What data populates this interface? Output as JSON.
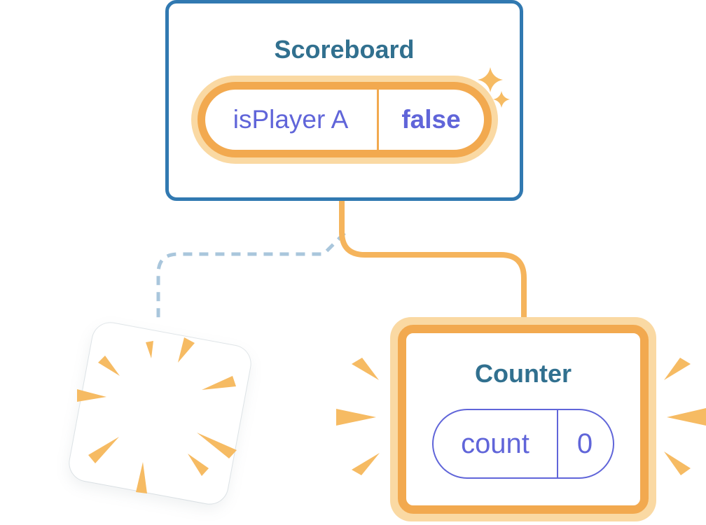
{
  "scoreboard": {
    "title": "Scoreboard",
    "state": {
      "key": "isPlayer A",
      "value": "false"
    }
  },
  "counter": {
    "title": "Counter",
    "state": {
      "key": "count",
      "value": "0"
    }
  },
  "connectors": [
    {
      "from": "Scoreboard",
      "to": "Counter",
      "style": "solid-orange"
    },
    {
      "from": "Scoreboard",
      "to": "removed-component",
      "style": "dashed-blue"
    }
  ],
  "icons": {
    "sparkles": "two 4-point stars",
    "poof_burst": "radiating wedge rays",
    "emphasis_rays": "3 wedge rays each side"
  },
  "colors": {
    "background": "#FFFFFF",
    "node-border": "#3179B1",
    "node-title": "#31708F",
    "state-purple": "#6065D9",
    "orange-ring": "#F2A94F",
    "orange-halo": "#FAD9A3",
    "orange-line": "#F5B45C",
    "ray-orange": "#F6BB63",
    "dash-blue": "#A9C6DC"
  }
}
